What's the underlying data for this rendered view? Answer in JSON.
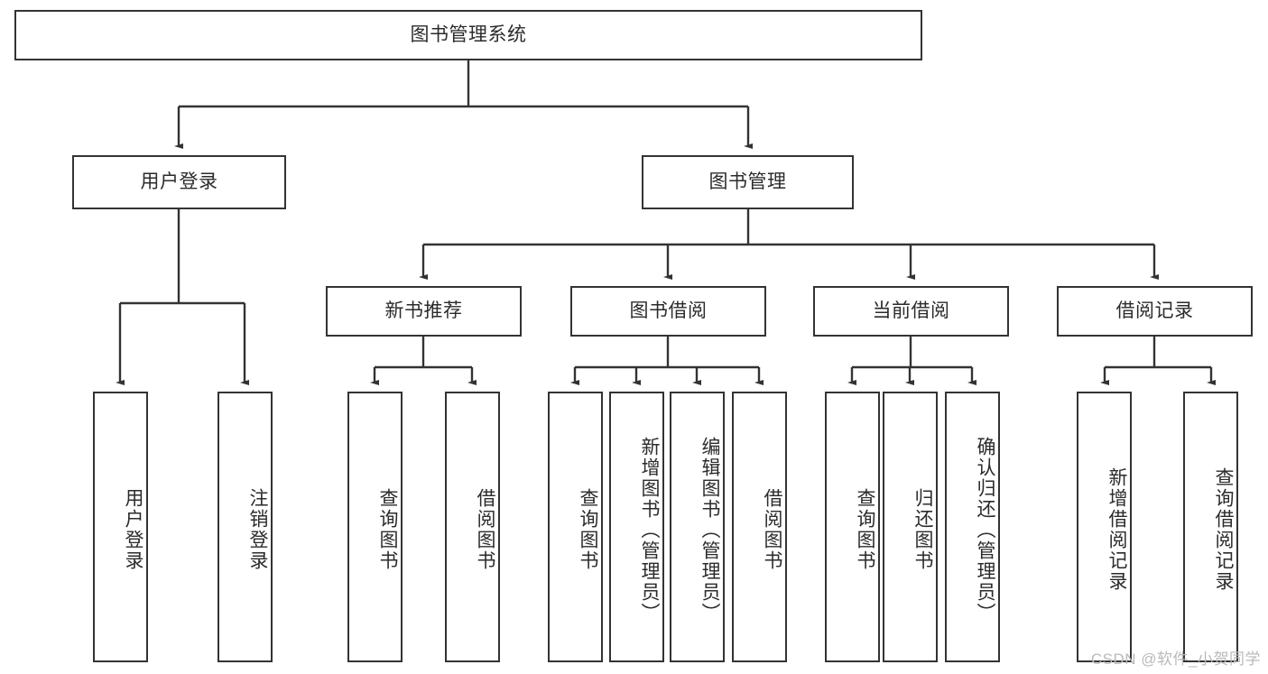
{
  "diagram": {
    "title": "图书管理系统",
    "type": "tree",
    "watermark": "CSDN @软件_小贺同学",
    "colors": {
      "box_border": "#333333",
      "box_fill": "#ffffff",
      "text": "#2b2b2b",
      "edge": "#333333",
      "watermark": "#b9b9b9",
      "background": "#ffffff"
    },
    "nodes": {
      "root": {
        "label": "图书管理系统"
      },
      "level1": [
        {
          "label": "用户登录"
        },
        {
          "label": "图书管理"
        }
      ],
      "level2": [
        {
          "label": "新书推荐"
        },
        {
          "label": "图书借阅"
        },
        {
          "label": "当前借阅"
        },
        {
          "label": "借阅记录"
        }
      ],
      "leaves": {
        "user_login": [
          {
            "label": "用户登录"
          },
          {
            "label": "注销登录"
          }
        ],
        "new_book": [
          {
            "label": "查询图书"
          },
          {
            "label": "借阅图书"
          }
        ],
        "borrow_book": [
          {
            "label": "查询图书"
          },
          {
            "label": "新增图书（管理员）"
          },
          {
            "label": "编辑图书（管理员）"
          },
          {
            "label": "借阅图书"
          }
        ],
        "current_borrow": [
          {
            "label": "查询图书"
          },
          {
            "label": "归还图书"
          },
          {
            "label": "确认归还（管理员）"
          }
        ],
        "borrow_record": [
          {
            "label": "新增借阅记录"
          },
          {
            "label": "查询借阅记录"
          }
        ]
      }
    }
  }
}
